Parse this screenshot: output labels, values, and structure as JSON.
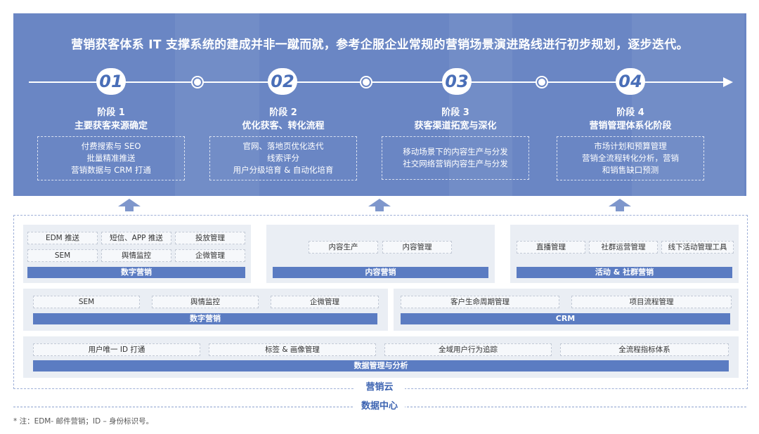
{
  "headline": "营销获客体系 IT 支撑系统的建成并非一蹴而就，参考企服企业常规的营销场景演进路线进行初步规划，逐步迭代。",
  "stages": [
    {
      "badge": "01",
      "num": "阶段 1",
      "title": "主要获客来源确定",
      "lines": [
        "付费搜索与 SEO",
        "批量精准推送",
        "营销数据与 CRM 打通"
      ]
    },
    {
      "badge": "02",
      "num": "阶段 2",
      "title": "优化获客、转化流程",
      "lines": [
        "官网、落地页优化迭代",
        "线索评分",
        "用户分级培育 & 自动化培育"
      ]
    },
    {
      "badge": "03",
      "num": "阶段 3",
      "title": "获客渠道拓宽与深化",
      "lines": [
        "移动场景下的内容生产与分发",
        "社交网络营销内容生产与分发"
      ]
    },
    {
      "badge": "04",
      "num": "阶段 4",
      "title": "营销管理体系化阶段",
      "lines": [
        "市场计划和预算管理",
        "营销全流程转化分析，营销",
        "和销售缺口预测"
      ]
    }
  ],
  "platform": {
    "digital_marketing_top": {
      "items": [
        "EDM 推送",
        "短信、APP 推送",
        "投放管理",
        "SEM",
        "舆情监控",
        "企微管理"
      ],
      "bar": "数字营销"
    },
    "content": {
      "items": [
        "内容生产",
        "内容管理"
      ],
      "bar": "内容营销"
    },
    "activity": {
      "items": [
        "直播管理",
        "社群运营管理",
        "线下活动管理工具"
      ],
      "bar": "活动 & 社群营销"
    },
    "digital_marketing_mid": {
      "items": [
        "SEM",
        "舆情监控",
        "企微管理"
      ],
      "bar": "数字营销"
    },
    "crm": {
      "items": [
        "客户生命周期管理",
        "项目流程管理"
      ],
      "bar": "CRM"
    },
    "data": {
      "items": [
        "用户唯一 ID 打通",
        "标签 & 画像管理",
        "全域用户行为追踪",
        "全流程指标体系"
      ],
      "bar": "数据管理与分析"
    }
  },
  "footer_labels": {
    "marketing_cloud": "营销云",
    "data_center": "数据中心"
  },
  "note": "* 注：EDM- 邮件营销；ID – 身份标识号。",
  "colors": {
    "banner": "#6a86c4",
    "bar": "#5b7cc2",
    "accent_text": "#3c63b1",
    "panel": "#eaeef4"
  }
}
